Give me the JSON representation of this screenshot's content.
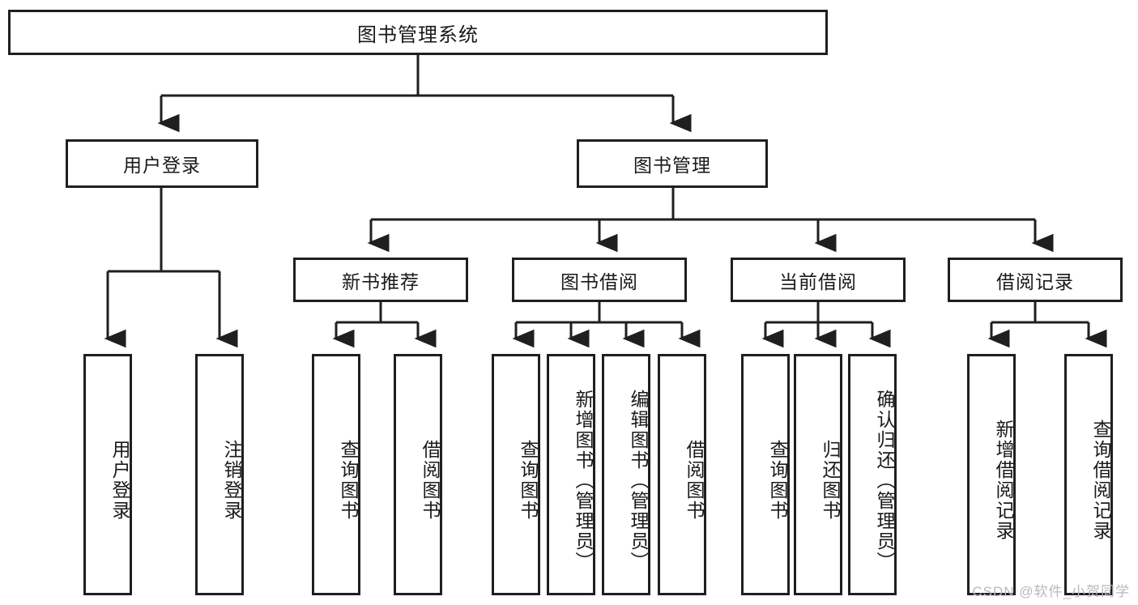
{
  "diagram": {
    "type": "tree-hierarchy",
    "title": "图书管理系统",
    "root": {
      "label": "图书管理系统"
    },
    "level2": [
      {
        "label": "用户登录"
      },
      {
        "label": "图书管理"
      }
    ],
    "level3": [
      {
        "label": "新书推荐"
      },
      {
        "label": "图书借阅"
      },
      {
        "label": "当前借阅"
      },
      {
        "label": "借阅记录"
      }
    ],
    "leaves": {
      "user_login": [
        {
          "label": "用户登录"
        },
        {
          "label": "注销登录"
        }
      ],
      "new_book_recommend": [
        {
          "label": "查询图书"
        },
        {
          "label": "借阅图书"
        }
      ],
      "book_borrow": [
        {
          "label": "查询图书"
        },
        {
          "label": "新增图书（管理员）"
        },
        {
          "label": "编辑图书（管理员）"
        },
        {
          "label": "借阅图书"
        }
      ],
      "current_borrow": [
        {
          "label": "查询图书"
        },
        {
          "label": "归还图书"
        },
        {
          "label": "确认归还（管理员）"
        }
      ],
      "borrow_record": [
        {
          "label": "新增借阅记录"
        },
        {
          "label": "查询借阅记录"
        }
      ]
    },
    "colors": {
      "stroke": "#1f1f1f",
      "fill": "#ffffff",
      "text": "#1a1a1a",
      "watermark": "#b9b9b9"
    }
  },
  "watermark": {
    "text": "CSDN @软件_小贺同学"
  }
}
